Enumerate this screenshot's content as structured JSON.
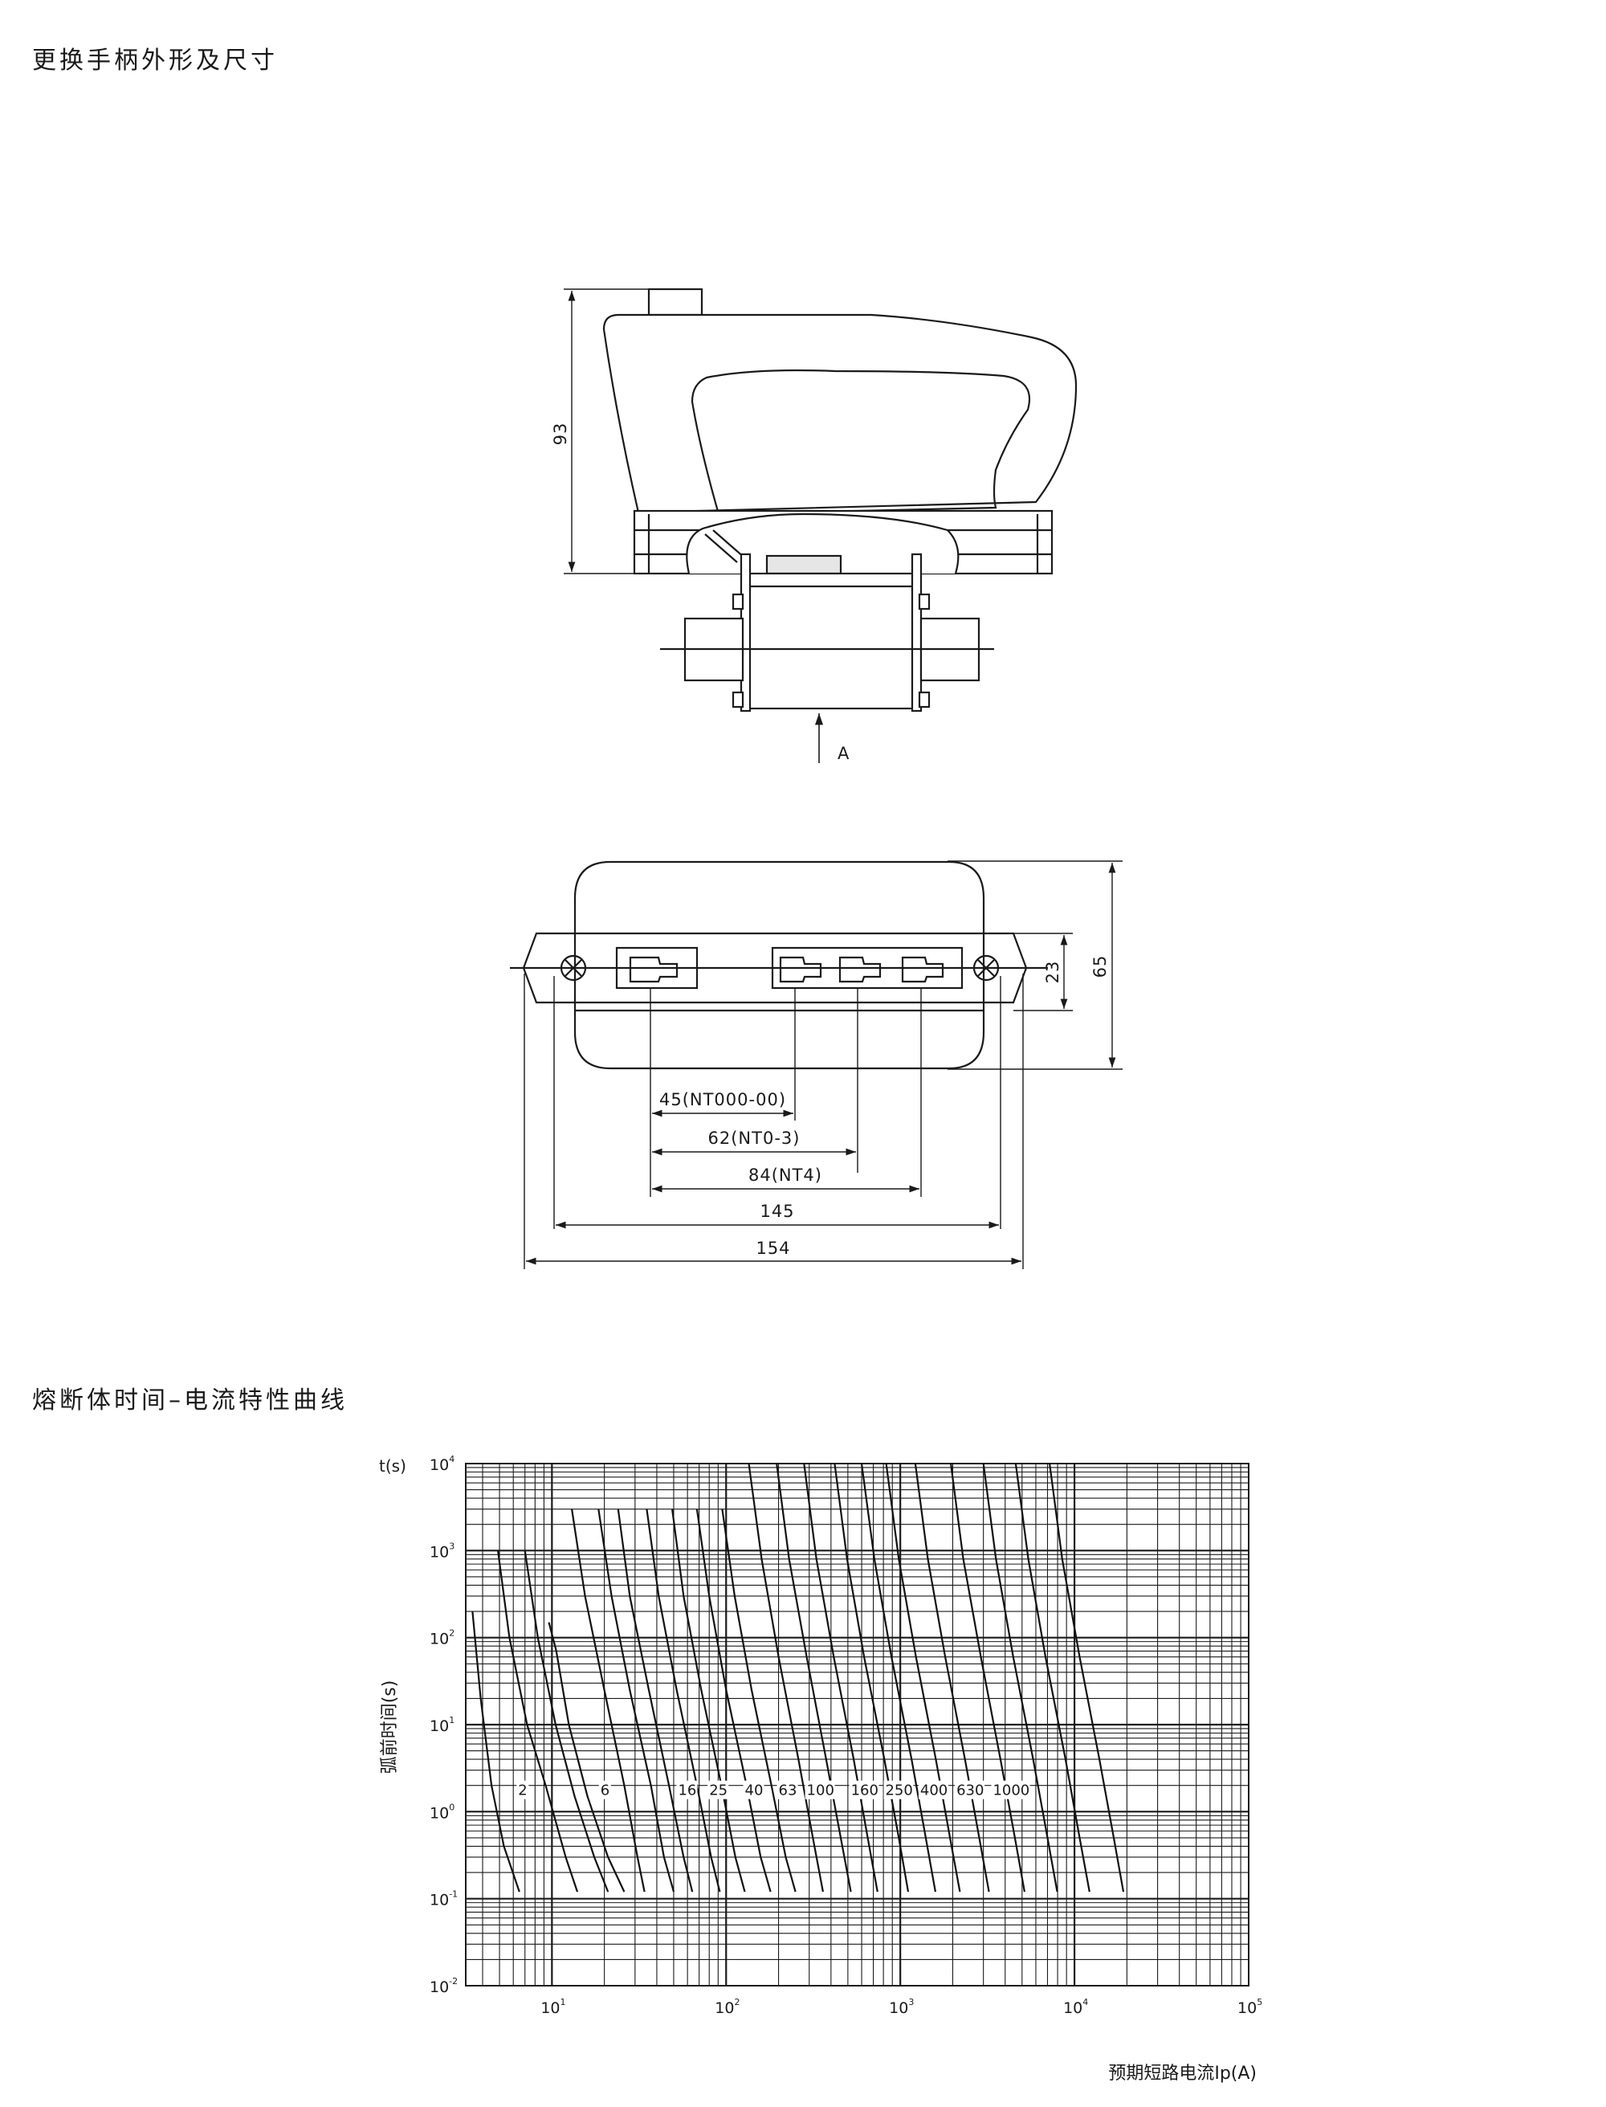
{
  "titles": {
    "handle": "更换手柄外形及尺寸",
    "curve": "熔断体时间–电流特性曲线"
  },
  "side_view": {
    "height_dim": "93",
    "view_arrow_label": "A"
  },
  "top_view": {
    "dims": {
      "d23": "23",
      "d65": "65",
      "d45": "45(NT000-00)",
      "d62": "62(NT0-3)",
      "d84": "84(NT4)",
      "d145": "145",
      "d154": "154"
    }
  },
  "chart_data": {
    "type": "line",
    "title": "",
    "ylabel_top": "t(s)",
    "ylabel": "弧前时间(s)",
    "xlabel": "预期短路电流Ip(A)",
    "xscale": "log",
    "yscale": "log",
    "xlim": [
      3.2,
      100000
    ],
    "ylim": [
      0.01,
      10000
    ],
    "x_ticks": [
      {
        "base": "10",
        "exp": "1",
        "value": 10
      },
      {
        "base": "10",
        "exp": "2",
        "value": 100
      },
      {
        "base": "10",
        "exp": "3",
        "value": 1000
      },
      {
        "base": "10",
        "exp": "4",
        "value": 10000
      },
      {
        "base": "10",
        "exp": "5",
        "value": 100000
      }
    ],
    "y_ticks": [
      {
        "base": "10",
        "exp": "4",
        "value": 10000
      },
      {
        "base": "10",
        "exp": "3",
        "value": 1000
      },
      {
        "base": "10",
        "exp": "2",
        "value": 100
      },
      {
        "base": "10",
        "exp": "1",
        "value": 10
      },
      {
        "base": "10",
        "exp": "0",
        "value": 1
      },
      {
        "base": "10",
        "exp": "-1",
        "value": 0.1
      },
      {
        "base": "10",
        "exp": "-2",
        "value": 0.01
      }
    ],
    "grid": true,
    "rating_labels": [
      {
        "text": "2",
        "x": 6.4
      },
      {
        "text": "6",
        "x": 19
      },
      {
        "text": "16",
        "x": 53
      },
      {
        "text": "25",
        "x": 80
      },
      {
        "text": "40",
        "x": 128
      },
      {
        "text": "63",
        "x": 200
      },
      {
        "text": "100",
        "x": 290
      },
      {
        "text": "160",
        "x": 520
      },
      {
        "text": "250",
        "x": 820
      },
      {
        "text": "400",
        "x": 1300
      },
      {
        "text": "630",
        "x": 2100
      },
      {
        "text": "1000",
        "x": 3400
      }
    ],
    "series": [
      {
        "x": [
          3.5,
          3.9,
          4.5,
          5.3,
          6.5
        ],
        "y": [
          200,
          20,
          2,
          0.4,
          0.12
        ]
      },
      {
        "x": [
          4.9,
          5.7,
          7.2,
          9.2,
          12,
          14
        ],
        "y": [
          1000,
          100,
          10,
          2,
          0.3,
          0.12
        ]
      },
      {
        "x": [
          7,
          8.3,
          10.5,
          13.5,
          17.5,
          21
        ],
        "y": [
          1000,
          100,
          10,
          1.5,
          0.3,
          0.12
        ]
      },
      {
        "x": [
          9.6,
          10.6,
          12.5,
          16,
          21,
          26
        ],
        "y": [
          150,
          70,
          10,
          1.5,
          0.3,
          0.12
        ]
      },
      {
        "x": [
          13,
          15.5,
          20,
          26,
          31,
          34
        ],
        "y": [
          3000,
          300,
          25,
          2,
          0.3,
          0.12
        ]
      },
      {
        "x": [
          18.5,
          22,
          28,
          37,
          44,
          50
        ],
        "y": [
          3000,
          300,
          25,
          2,
          0.3,
          0.12
        ]
      },
      {
        "x": [
          24,
          28,
          36,
          47,
          57,
          64
        ],
        "y": [
          3000,
          300,
          25,
          2,
          0.3,
          0.12
        ]
      },
      {
        "x": [
          35,
          41,
          52,
          68,
          82,
          92
        ],
        "y": [
          3000,
          300,
          25,
          2,
          0.3,
          0.12
        ]
      },
      {
        "x": [
          49,
          57,
          72,
          94,
          113,
          128
        ],
        "y": [
          3000,
          300,
          25,
          2,
          0.3,
          0.12
        ]
      },
      {
        "x": [
          68,
          80,
          100,
          131,
          158,
          180
        ],
        "y": [
          3000,
          300,
          25,
          2,
          0.3,
          0.12
        ]
      },
      {
        "x": [
          95,
          112,
          140,
          182,
          220,
          250
        ],
        "y": [
          3000,
          300,
          25,
          2,
          0.3,
          0.12
        ]
      },
      {
        "x": [
          135,
          160,
          200,
          260,
          315,
          360
        ],
        "y": [
          10000,
          800,
          60,
          4,
          0.5,
          0.12
        ]
      },
      {
        "x": [
          195,
          230,
          290,
          375,
          455,
          520
        ],
        "y": [
          10000,
          800,
          60,
          4,
          0.5,
          0.12
        ]
      },
      {
        "x": [
          280,
          330,
          415,
          540,
          650,
          740
        ],
        "y": [
          10000,
          800,
          60,
          4,
          0.5,
          0.12
        ]
      },
      {
        "x": [
          420,
          495,
          620,
          810,
          980,
          1110
        ],
        "y": [
          10000,
          800,
          60,
          4,
          0.5,
          0.12
        ]
      },
      {
        "x": [
          600,
          710,
          890,
          1160,
          1400,
          1590
        ],
        "y": [
          10000,
          800,
          60,
          4,
          0.5,
          0.12
        ]
      },
      {
        "x": [
          830,
          980,
          1230,
          1600,
          1930,
          2200
        ],
        "y": [
          10000,
          800,
          60,
          4,
          0.5,
          0.12
        ]
      },
      {
        "x": [
          1220,
          1440,
          1810,
          2350,
          2840,
          3230
        ],
        "y": [
          10000,
          800,
          60,
          4,
          0.5,
          0.12
        ]
      },
      {
        "x": [
          1950,
          2300,
          2900,
          3760,
          4550,
          5170
        ],
        "y": [
          10000,
          800,
          60,
          4,
          0.5,
          0.12
        ]
      },
      {
        "x": [
          3000,
          3540,
          4450,
          5790,
          7000,
          7960
        ],
        "y": [
          10000,
          800,
          60,
          4,
          0.5,
          0.12
        ]
      },
      {
        "x": [
          4600,
          5430,
          6820,
          8880,
          10700,
          12200
        ],
        "y": [
          10000,
          800,
          60,
          4,
          0.5,
          0.12
        ]
      },
      {
        "x": [
          7200,
          8500,
          10700,
          13900,
          16800,
          19100
        ],
        "y": [
          10000,
          800,
          60,
          4,
          0.5,
          0.12
        ]
      }
    ]
  }
}
